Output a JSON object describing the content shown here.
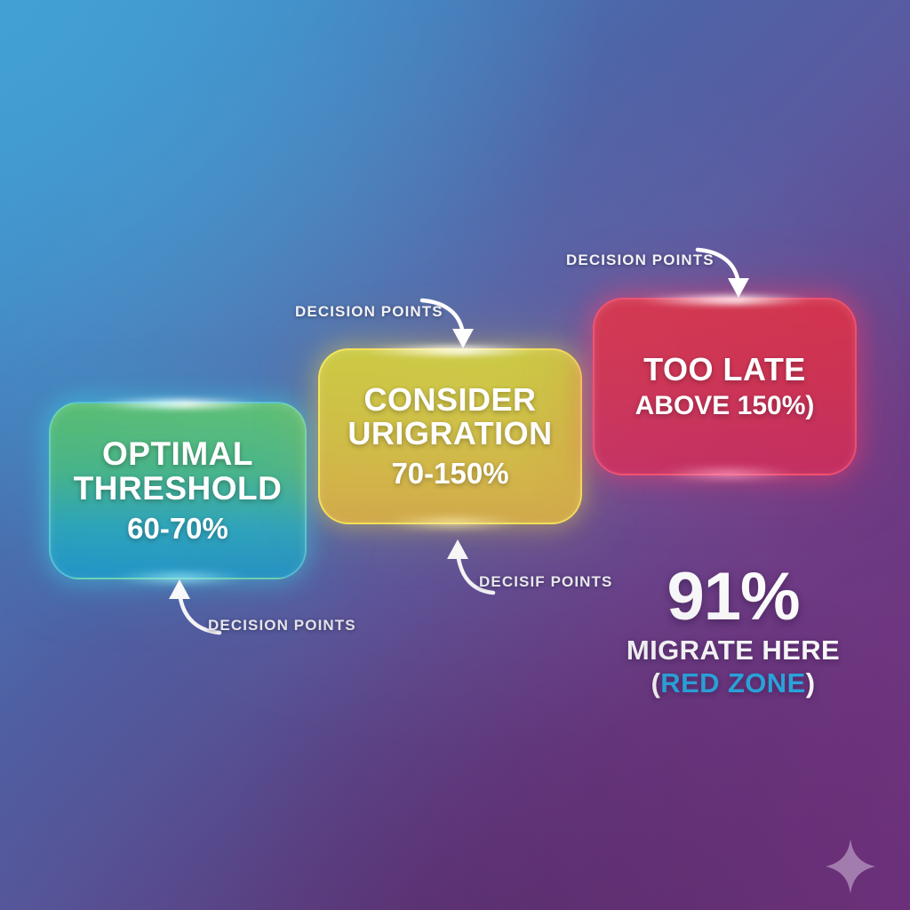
{
  "background": {
    "gradient_from": "#42a0d4",
    "gradient_mid": "#5059a0",
    "gradient_to": "#6b3578"
  },
  "cards": [
    {
      "id": "optimal",
      "title_line1": "OPTIMAL",
      "title_line2": "THRESHOLD",
      "range": "60-70%",
      "color_top": "#59bd72",
      "color_bottom": "#2294c6",
      "glow": "#3cdceb"
    },
    {
      "id": "consider",
      "title_line1": "CONSIDER",
      "title_line2": "URIGRATION",
      "range": "70-150%",
      "color_top": "#c9c83c",
      "color_bottom": "#d3a945",
      "glow": "#ffe146"
    },
    {
      "id": "toolate",
      "title_line1": "TOO LATE",
      "title_line2": "",
      "range": "ABOVE 150%)",
      "color_top": "#d2334c",
      "color_bottom": "#c22d60",
      "glow": "#ff3c64"
    }
  ],
  "annotations": [
    {
      "id": "optimal-below",
      "label": "DECISION POINTS"
    },
    {
      "id": "consider-above",
      "label": "DECISION POINTS"
    },
    {
      "id": "toolate-above",
      "label": "DECISION POINTS"
    },
    {
      "id": "consider-below",
      "label": "DECISIF POINTS"
    }
  ],
  "stat": {
    "value": "91%",
    "line2": "MIGRATE HERE",
    "paren_open": "(",
    "zone": "RED ZONE",
    "paren_close": ")",
    "zone_color": "#29abe2"
  },
  "decor": {
    "sparkle_icon": "sparkle-icon"
  }
}
